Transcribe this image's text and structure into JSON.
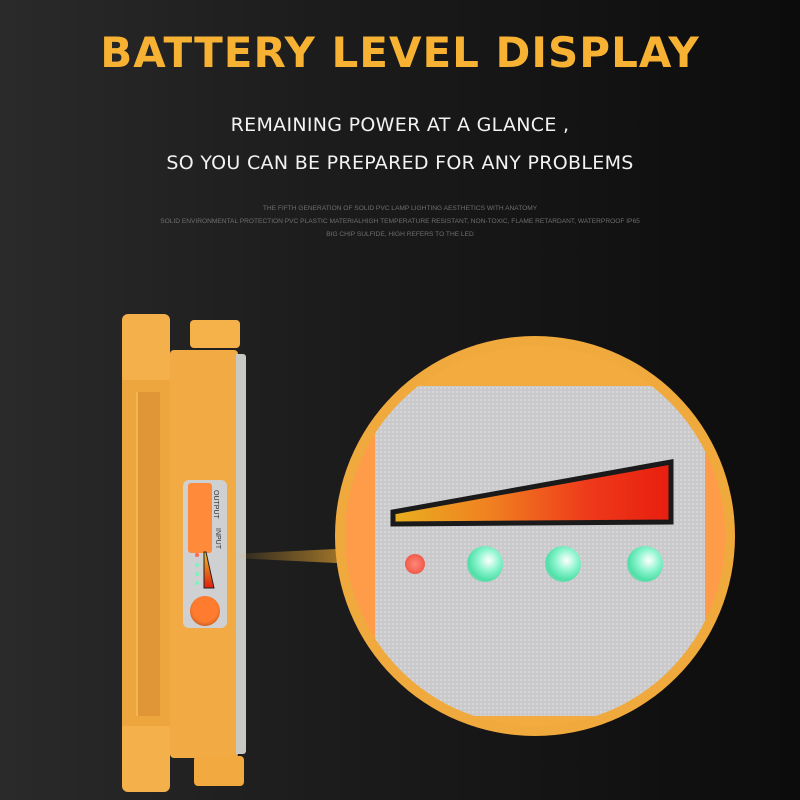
{
  "header": {
    "title": "BATTERY LEVEL DISPLAY",
    "subtitle_line1": "REMAINING POWER AT A GLANCE ,",
    "subtitle_line2": "SO YOU CAN BE PREPARED FOR ANY PROBLEMS"
  },
  "fine_print": [
    "THE FIFTH GENERATION OF SOLID PVC LAMP LIGHTING AESTHETICS WITH ANATOMY",
    "SOLID ENVIRONMENTAL PROTECTION PVC PLASTIC MATERIALHIGH TEMPERATURE RESISTANT, NON-TOXIC, FLAME RETARDANT, WATERPROOF IP65",
    "BIG CHIP SULFIDE, HIGH REFERS TO THE LED"
  ],
  "device": {
    "port_labels": {
      "output": "OUTPUT",
      "input": "INPUT"
    },
    "indicator_leds": [
      {
        "state": "red",
        "color": "#ff5a4a"
      },
      {
        "state": "green",
        "color": "#5cf0b0"
      },
      {
        "state": "green",
        "color": "#5cf0b0"
      },
      {
        "state": "green",
        "color": "#5cf0b0"
      }
    ]
  },
  "colors": {
    "title": "#f7b233",
    "housing": "#f2ab44",
    "button": "#ff7c2e",
    "background": "#1a1a1a"
  }
}
